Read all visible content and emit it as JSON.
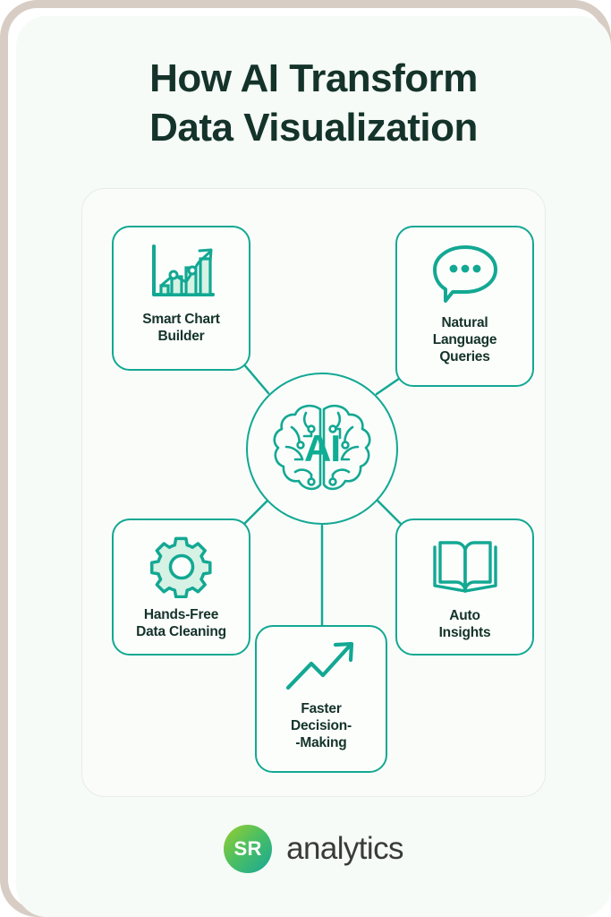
{
  "title": {
    "line1": "How AI Transform",
    "line2": "Data Visualization"
  },
  "center_node": {
    "label": "AI",
    "icon": "brain-circuit-icon"
  },
  "cards": [
    {
      "id": "smart-chart",
      "icon": "bar-chart-growth-icon",
      "label_line1": "Smart Chart",
      "label_line2": "Builder",
      "label_line3": ""
    },
    {
      "id": "natural-language-queries",
      "icon": "speech-bubble-dots-icon",
      "label_line1": "Natural",
      "label_line2": "Language",
      "label_line3": "Queries"
    },
    {
      "id": "hands-free-data-cleaning",
      "icon": "gear-icon",
      "label_line1": "Hands-Free",
      "label_line2": "Data Cleaning",
      "label_line3": ""
    },
    {
      "id": "auto-insights",
      "icon": "open-book-icon",
      "label_line1": "Auto",
      "label_line2": "Insights",
      "label_line3": ""
    },
    {
      "id": "faster-decision-making",
      "icon": "upward-trend-arrow-icon",
      "label_line1": "Faster",
      "label_line2": "Decision-",
      "label_line3": "-Making"
    }
  ],
  "footer": {
    "badge_text": "SR",
    "brand_word": "analytics"
  },
  "colors": {
    "teal_accent": "#13a893",
    "teal_bright": "#0fae94",
    "icon_fill_mint": "#d6f2e4",
    "title_dark": "#14332a",
    "page_bg": "#f6fbf7",
    "panel_bg": "#fafcfa",
    "frame_border": "#d8cdc4",
    "logo_gradient_start": "#9ccd2e",
    "logo_gradient_end": "#16a79a",
    "brand_word_color": "#3a3a3a"
  }
}
